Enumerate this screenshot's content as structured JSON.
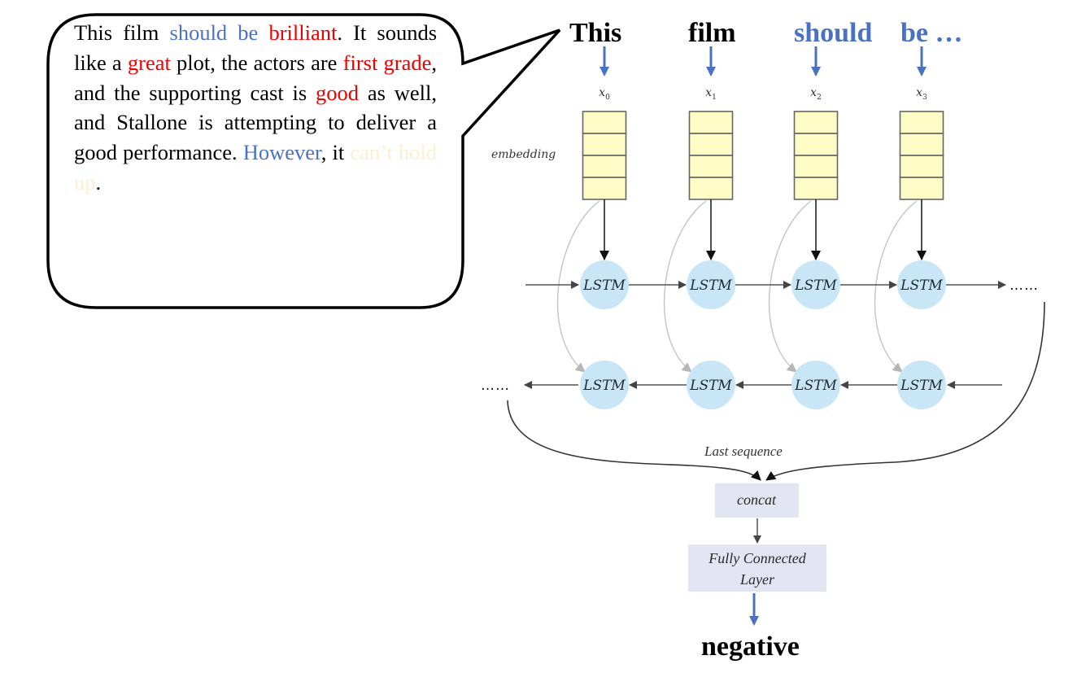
{
  "review_bubble": {
    "segments": [
      {
        "text": "This film ",
        "style": "normal"
      },
      {
        "text": "should be",
        "style": "blue"
      },
      {
        "text": " ",
        "style": "normal"
      },
      {
        "text": "brilliant",
        "style": "red"
      },
      {
        "text": ". It sounds like a ",
        "style": "normal"
      },
      {
        "text": "great",
        "style": "red"
      },
      {
        "text": " plot, the actors are ",
        "style": "normal"
      },
      {
        "text": "first grade",
        "style": "red"
      },
      {
        "text": ", and the supporting cast is ",
        "style": "normal"
      },
      {
        "text": "good",
        "style": "red"
      },
      {
        "text": " as well, and Stallone is attempting to deliver a good performance. ",
        "style": "normal"
      },
      {
        "text": "However",
        "style": "blue"
      },
      {
        "text": ", it ",
        "style": "normal"
      },
      {
        "text": "can’t hold up",
        "style": "faint"
      },
      {
        "text": ".",
        "style": "normal"
      }
    ]
  },
  "input_words": [
    {
      "text": "This",
      "color": "#000000"
    },
    {
      "text": "film",
      "color": "#000000"
    },
    {
      "text": "should",
      "color": "#4a72c4"
    },
    {
      "text": "be …",
      "color": "#4a72c4"
    }
  ],
  "inputs": [
    {
      "var": "x",
      "index": "0"
    },
    {
      "var": "x",
      "index": "1"
    },
    {
      "var": "x",
      "index": "2"
    },
    {
      "var": "x",
      "index": "3"
    }
  ],
  "embedding_label": "embedding",
  "embedding_cells": 4,
  "forward_lstm": [
    "LSTM",
    "LSTM",
    "LSTM",
    "LSTM"
  ],
  "backward_lstm": [
    "LSTM",
    "LSTM",
    "LSTM",
    "LSTM"
  ],
  "continuation": "……",
  "last_sequence_label": "Last sequence",
  "concat_label": "concat",
  "fc_label_line1": "Fully Connected",
  "fc_label_line2": "Layer",
  "output_label": "negative",
  "colors": {
    "accent_blue": "#4a72c4",
    "highlight_red": "#ee0000",
    "faint_text": "#fdefd4",
    "embedding_fill": "#fdfcc4",
    "lstm_fill": "#c9e6f7",
    "layer_box_fill": "#e4e5f2"
  }
}
